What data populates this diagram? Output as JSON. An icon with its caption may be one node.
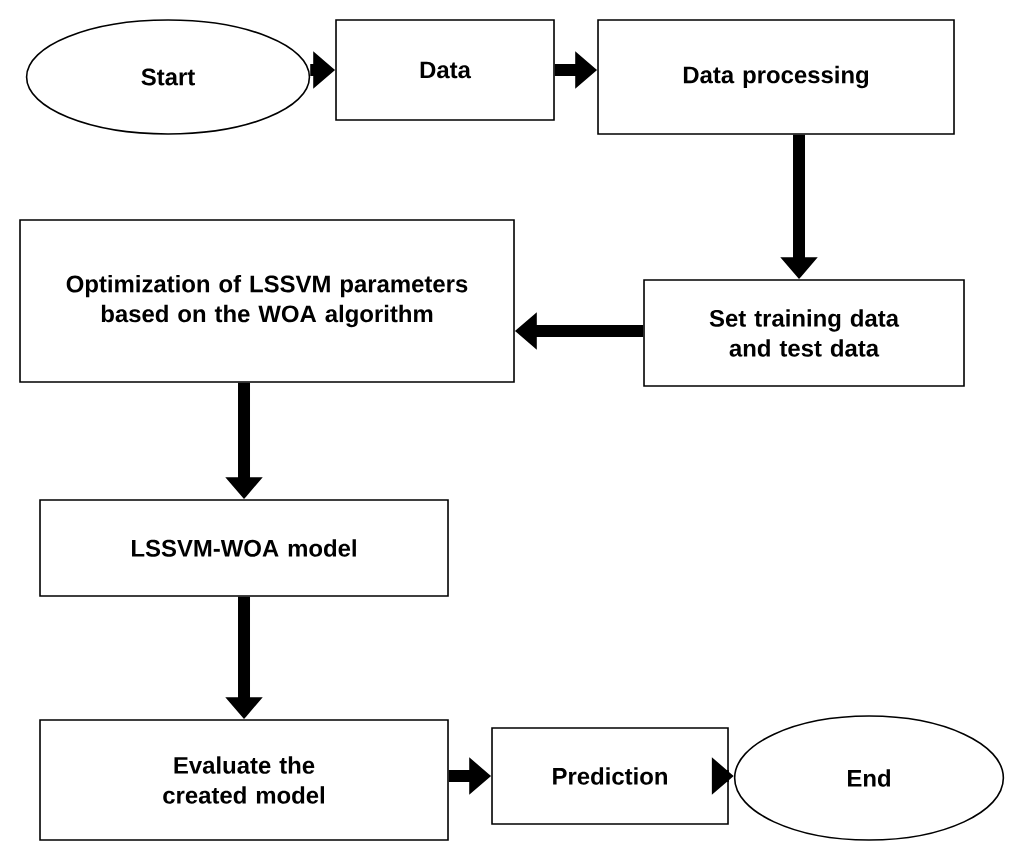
{
  "diagram": {
    "nodes": [
      {
        "text": [
          "Start"
        ]
      },
      {
        "text": [
          "Data"
        ]
      },
      {
        "text": [
          "Data processing"
        ]
      },
      {
        "text": [
          "Set training data and test data"
        ]
      },
      {
        "text": [
          "Optimization of LSSVM parameters based on the WOA algorithm"
        ]
      },
      {
        "text": [
          "LSSVM-WOA model"
        ]
      },
      {
        "text": [
          "Evaluate the created model"
        ]
      },
      {
        "text": [
          "Prediction"
        ]
      },
      {
        "text": [
          "End"
        ]
      }
    ],
    "edges": [
      {
        "from": 0,
        "to": 1,
        "arrow": "to"
      },
      {
        "from": 1,
        "to": 2,
        "arrow": "to"
      },
      {
        "from": 2,
        "to": 3,
        "arrow": "to"
      },
      {
        "from": 3,
        "to": 4,
        "arrow": "to"
      },
      {
        "from": 4,
        "to": 5,
        "arrow": "to"
      },
      {
        "from": 5,
        "to": 6,
        "arrow": "to"
      },
      {
        "from": 6,
        "to": 7,
        "arrow": "to"
      },
      {
        "from": 7,
        "to": 8,
        "arrow": "to"
      }
    ]
  }
}
